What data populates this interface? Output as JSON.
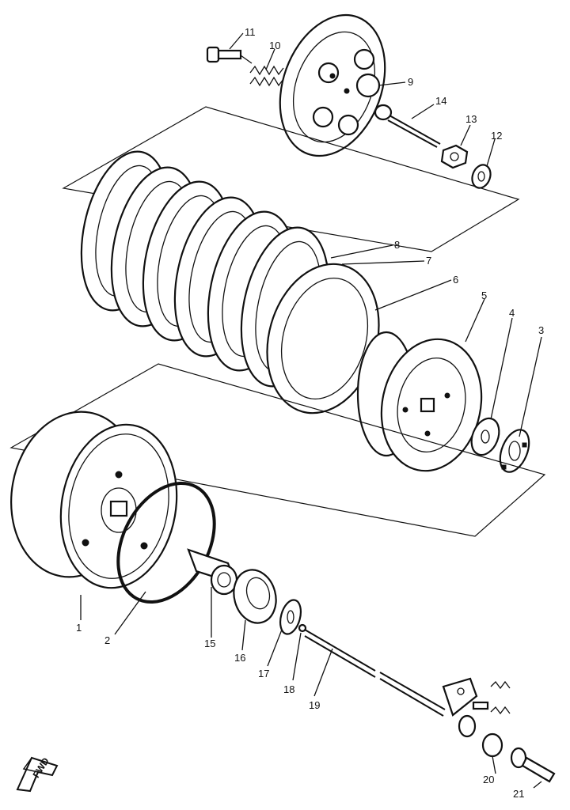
{
  "callouts": [
    "1",
    "2",
    "3",
    "4",
    "5",
    "6",
    "7",
    "8",
    "9",
    "10",
    "11",
    "12",
    "13",
    "14",
    "15",
    "16",
    "17",
    "18",
    "19",
    "20",
    "21"
  ],
  "fwd_label": "FWD",
  "colors": {
    "ink": "#111111",
    "paper": "#ffffff"
  }
}
